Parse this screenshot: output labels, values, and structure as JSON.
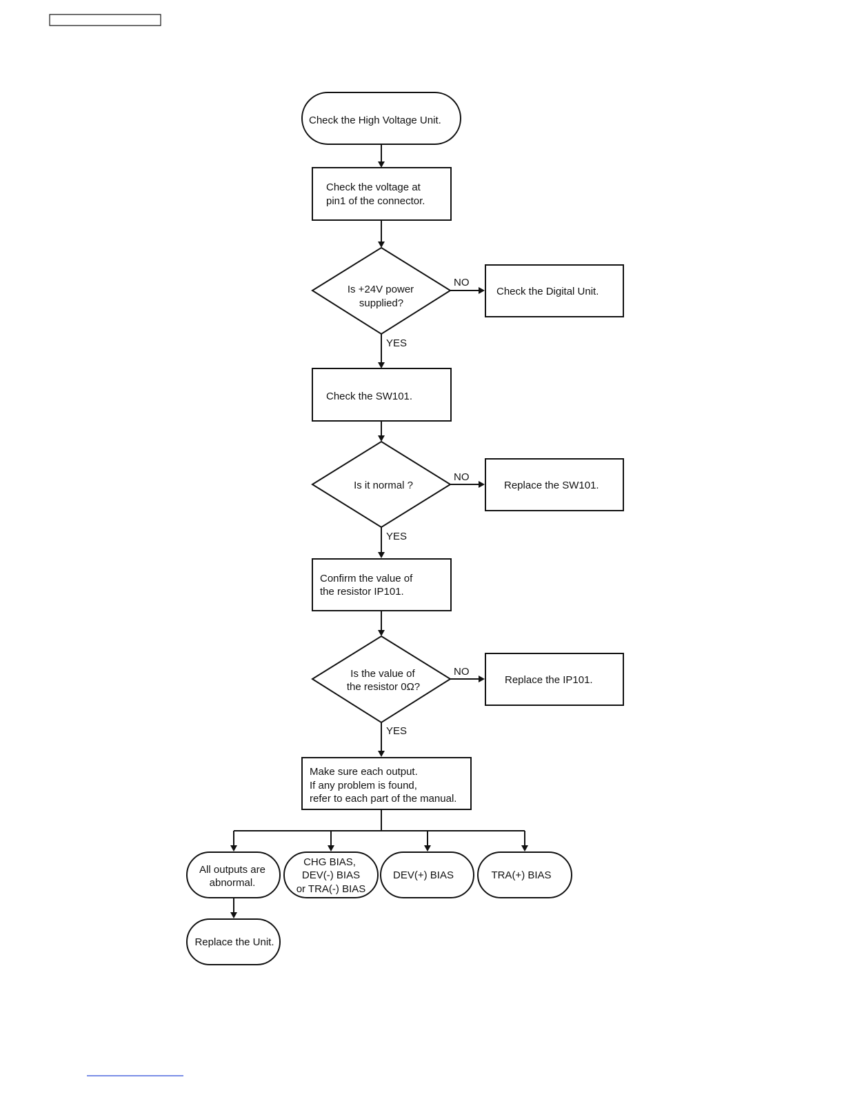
{
  "nodes": {
    "start": {
      "lines": [
        "Check the High Voltage Unit."
      ]
    },
    "check_voltage": {
      "lines": [
        "Check the voltage at",
        "pin1 of the connector."
      ]
    },
    "dec_power": {
      "lines": [
        "Is +24V power",
        "supplied?"
      ]
    },
    "check_digital": {
      "lines": [
        "Check the Digital Unit."
      ]
    },
    "check_sw": {
      "lines": [
        "Check the SW101."
      ]
    },
    "dec_normal": {
      "lines": [
        "Is it normal ?"
      ]
    },
    "replace_sw": {
      "lines": [
        "Replace the SW101."
      ]
    },
    "confirm_resistor": {
      "lines": [
        "Confirm the value of",
        "the resistor IP101."
      ]
    },
    "dec_resistor": {
      "lines": [
        "Is the value of",
        "the resistor 0Ω?"
      ]
    },
    "replace_ip": {
      "lines": [
        "Replace the IP101."
      ]
    },
    "make_sure": {
      "lines": [
        "Make sure each output.",
        "If any problem is found,",
        "refer to each part of the manual."
      ]
    },
    "all_abnormal": {
      "lines": [
        "All outputs are",
        "abnormal."
      ]
    },
    "chg_bias": {
      "lines": [
        "CHG BIAS,",
        "DEV(-) BIAS",
        "or TRA(-) BIAS"
      ]
    },
    "dev_bias": {
      "lines": [
        "DEV(+) BIAS"
      ]
    },
    "tra_bias": {
      "lines": [
        "TRA(+) BIAS"
      ]
    },
    "replace_unit": {
      "lines": [
        "Replace the Unit."
      ]
    }
  },
  "edge_labels": {
    "no_power": "NO",
    "yes_power": "YES",
    "no_normal": "NO",
    "yes_normal": "YES",
    "no_resistor": "NO",
    "yes_resistor": "YES"
  }
}
